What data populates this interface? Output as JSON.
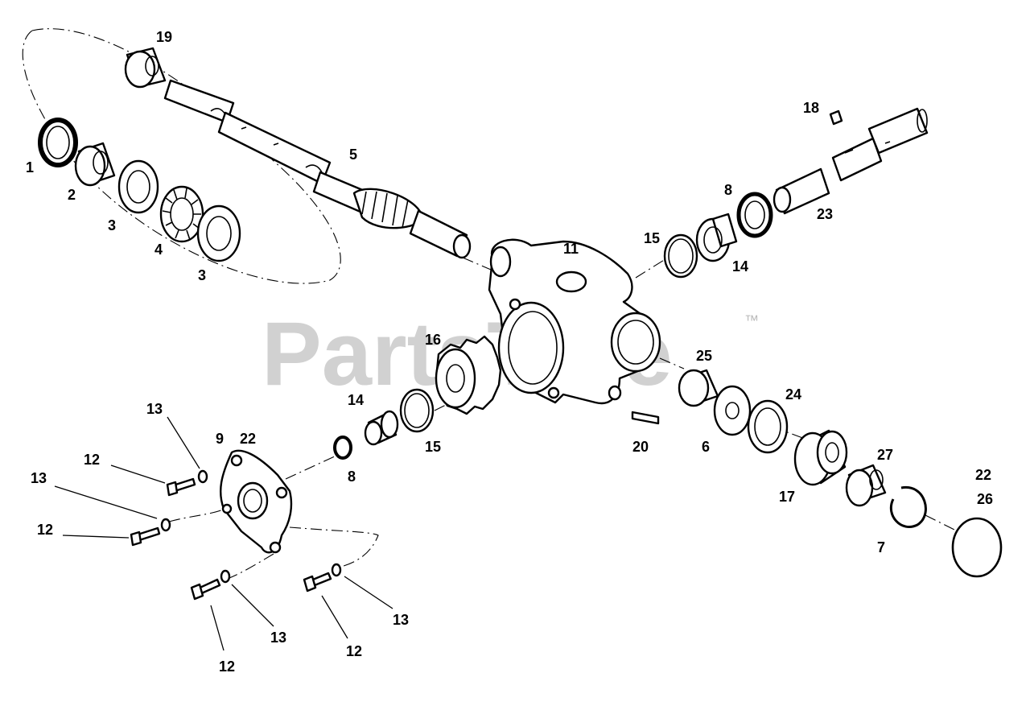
{
  "watermark": {
    "text": "PartsTree",
    "trademark": "™"
  },
  "callouts": {
    "c1": "1",
    "c2": "2",
    "c3a": "3",
    "c3b": "3",
    "c4": "4",
    "c5": "5",
    "c19": "19",
    "c11": "11",
    "c18": "18",
    "c8a": "8",
    "c23": "23",
    "c15a": "15",
    "c14a": "14",
    "c16": "16",
    "c25": "25",
    "c24": "24",
    "c14b": "14",
    "c15b": "15",
    "c20": "20",
    "c6": "6",
    "c13a": "13",
    "c9": "9",
    "c22a": "22",
    "c12a": "12",
    "c8b": "8",
    "c13b": "13",
    "c12b": "12",
    "c17": "17",
    "c27": "27",
    "c22b": "22",
    "c26": "26",
    "c7": "7",
    "c13c": "13",
    "c12c": "12",
    "c13d": "13",
    "c12d": "12"
  }
}
